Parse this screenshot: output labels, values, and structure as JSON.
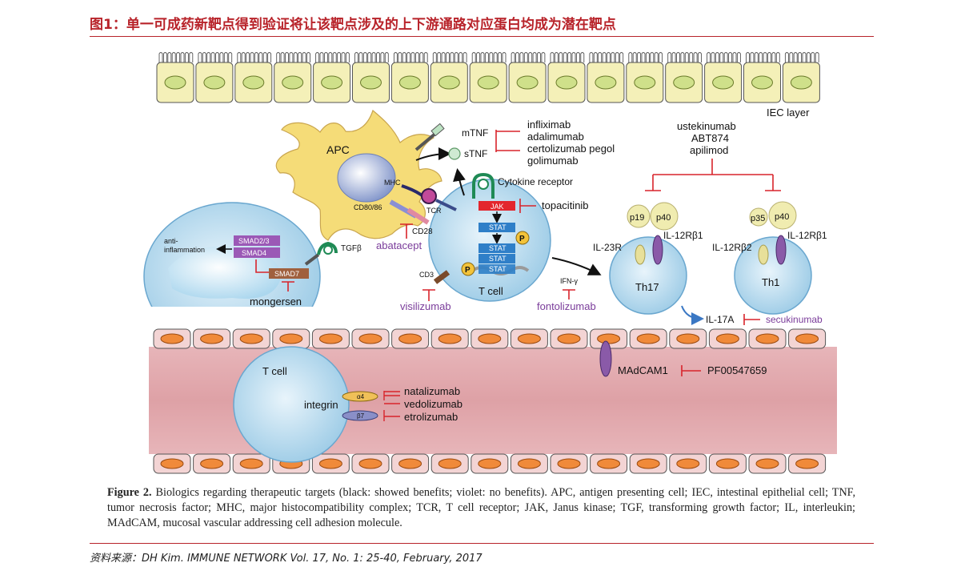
{
  "header": {
    "title": "图1：单一可成药新靶点得到验证将让该靶点涉及的上下游通路对应蛋白均成为潜在靶点"
  },
  "diagram": {
    "labels": {
      "iec_layer": "IEC layer",
      "apc": "APC",
      "mhc": "MHC",
      "cd80_86": "CD80/86",
      "tcr": "TCR",
      "cd28": "CD28",
      "mtnf": "mTNF",
      "stnf": "sTNF",
      "cytokine_receptor": "Cytokine receptor",
      "jak": "JAK",
      "stat1": "STAT",
      "stat2": "STAT",
      "stat3": "STAT",
      "stat4": "STAT",
      "p1": "P",
      "p2": "P",
      "t_cell": "T cell",
      "cd3": "CD3",
      "ifn_gamma": "IFN-γ",
      "anti_inflammation": "anti-\ninflammation",
      "smad23": "SMAD2/3",
      "smad4": "SMAD4",
      "smad7": "SMAD7",
      "tgfb": "TGFβ",
      "p19": "p19",
      "p40a": "p40",
      "p35": "p35",
      "p40b": "p40",
      "il23r": "IL-23R",
      "il12rb1a": "IL-12Rβ1",
      "il12rb2": "IL-12Rβ2",
      "il12rb1b": "IL-12Rβ1",
      "th17": "Th17",
      "th1": "Th1",
      "il17a": "IL-17A",
      "madcam1": "MAdCAM1",
      "t_cell2": "T cell",
      "integrin": "integrin",
      "alpha4": "α4",
      "beta7": "β7"
    },
    "drugs_benefit": {
      "tnf_group": [
        "infliximab",
        "adalimumab",
        "certolizumab pegol",
        "golimumab"
      ],
      "il12_group": [
        "ustekinumab",
        "ABT874",
        "apilimod"
      ],
      "mongersen": "mongersen",
      "topacitinib": "topacitinib",
      "natalizumab": "natalizumab",
      "vedolizumab": "vedolizumab",
      "etrolizumab": "etrolizumab",
      "pf00547659": "PF00547659"
    },
    "drugs_no_benefit": {
      "abatacept": "abatacept",
      "visilizumab": "visilizumab",
      "fontolizumab": "fontolizumab",
      "secukinumab": "secukinumab"
    },
    "colors": {
      "inhibitor_red": "#d8242b",
      "no_benefit_violet": "#7a3c9a",
      "apc_yellow": "#f5dc78",
      "cell_blue": "#cfe6f3",
      "vessel_pink": "#e1aeb2",
      "epithelium": "#f4f0b8"
    }
  },
  "caption": {
    "label": "Figure 2.",
    "text": " Biologics regarding therapeutic targets (black: showed benefits; violet: no benefits). APC, antigen presenting cell; IEC, intestinal epithelial cell; TNF, tumor necrosis factor; MHC, major histocompatibility complex; TCR, T cell receptor; JAK, Janus kinase; TGF, transforming growth factor; IL, interleukin; MAdCAM, mucosal vascular addressing cell adhesion molecule."
  },
  "source": "资料来源：DH Kim. IMMUNE NETWORK Vol. 17, No. 1: 25-40, February, 2017"
}
